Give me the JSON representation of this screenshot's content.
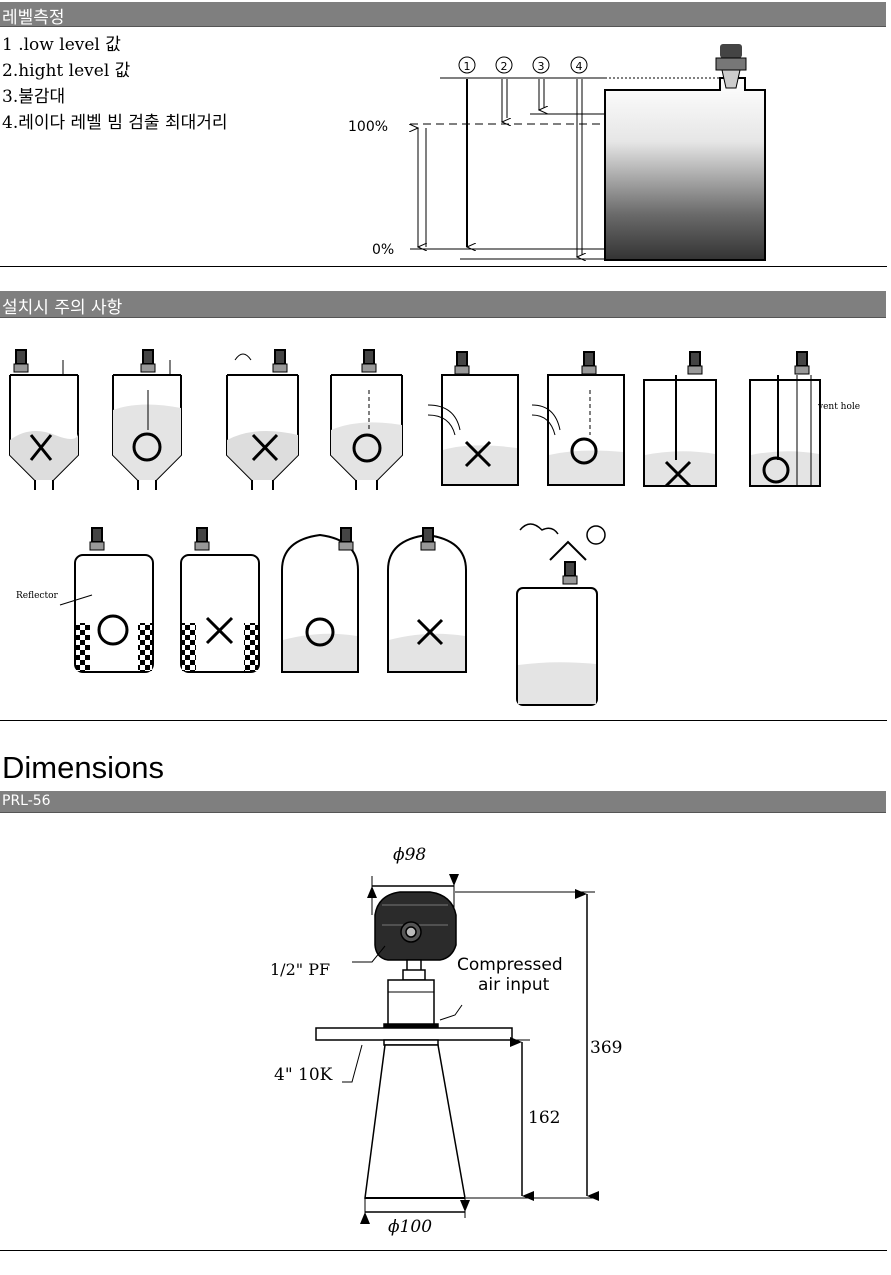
{
  "section1": {
    "title": "레벨측정",
    "items": [
      "1 .low level  값",
      "2.hight level  값",
      "3.불감대",
      "4.레이다 레벨 빔 검출 최대거리"
    ],
    "circle_labels": [
      "①",
      "②",
      "③",
      "④"
    ],
    "pct_100": "100%",
    "pct_0": "0%"
  },
  "section2": {
    "title": "설치시 주의 사항",
    "vent_hole": "vent hole",
    "reflector": "Reflector"
  },
  "section3": {
    "heading": "Dimensions",
    "model_bar": "PRL-56",
    "labels": {
      "phi98": "ϕ98",
      "pf": "1/2\" PF",
      "compressed1": "Compressed",
      "compressed2": "air  input",
      "flange": "4\" 10K",
      "d369": "369",
      "d162": "162",
      "phi100": "ϕ100"
    }
  }
}
